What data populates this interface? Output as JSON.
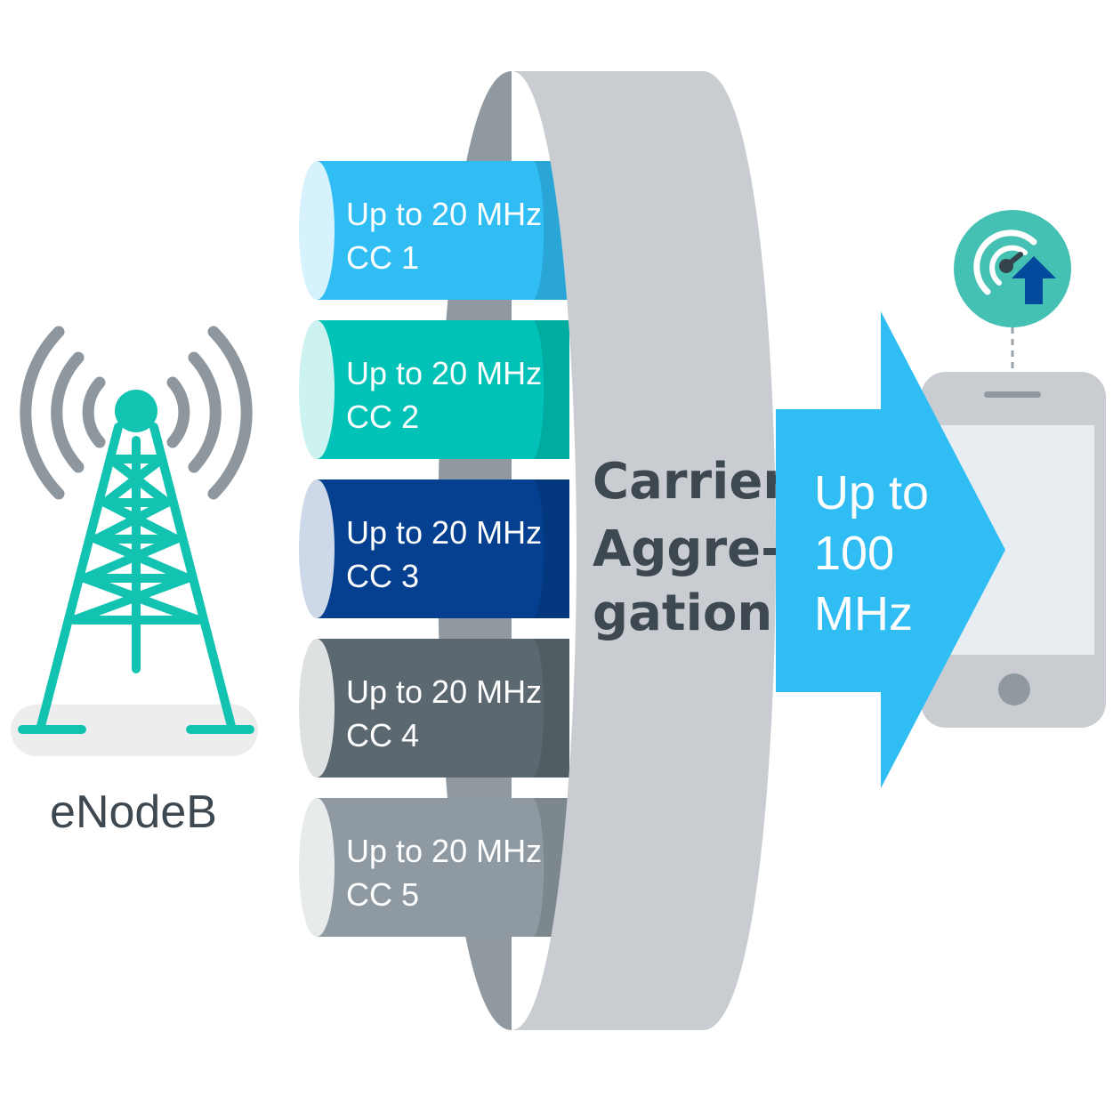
{
  "colors": {
    "accent_blue": "#2fbdf3",
    "teal": "#00c2b6",
    "navy": "#04408f",
    "slate": "#5c6870",
    "gray": "#8e99a1",
    "ring": "#c9cdd2",
    "tower": "#13c3b1",
    "radio_waves": "#8d979d",
    "speed_badge": "#45c1b3"
  },
  "base_station": {
    "icon": "radio-tower-icon",
    "label": "eNodeB"
  },
  "component_carriers": [
    {
      "line1": "Up to 20 MHz",
      "line2": "CC 1",
      "color": "#2fbdf3"
    },
    {
      "line1": "Up to 20 MHz",
      "line2": "CC 2",
      "color": "#00c2b6"
    },
    {
      "line1": "Up to 20 MHz",
      "line2": "CC 3",
      "color": "#04408f"
    },
    {
      "line1": "Up to 20 MHz",
      "line2": "CC 4",
      "color": "#5c6870"
    },
    {
      "line1": "Up to 20 MHz",
      "line2": "CC 5",
      "color": "#8e99a1"
    }
  ],
  "aggregation": {
    "line1": "Carrier",
    "line2": "Aggre-",
    "line3": "gation"
  },
  "output": {
    "line1": "Up to",
    "line2": "100",
    "line3": "MHz"
  },
  "device": {
    "icon": "smartphone-icon",
    "badge_icon": "speedometer-upload-icon"
  }
}
